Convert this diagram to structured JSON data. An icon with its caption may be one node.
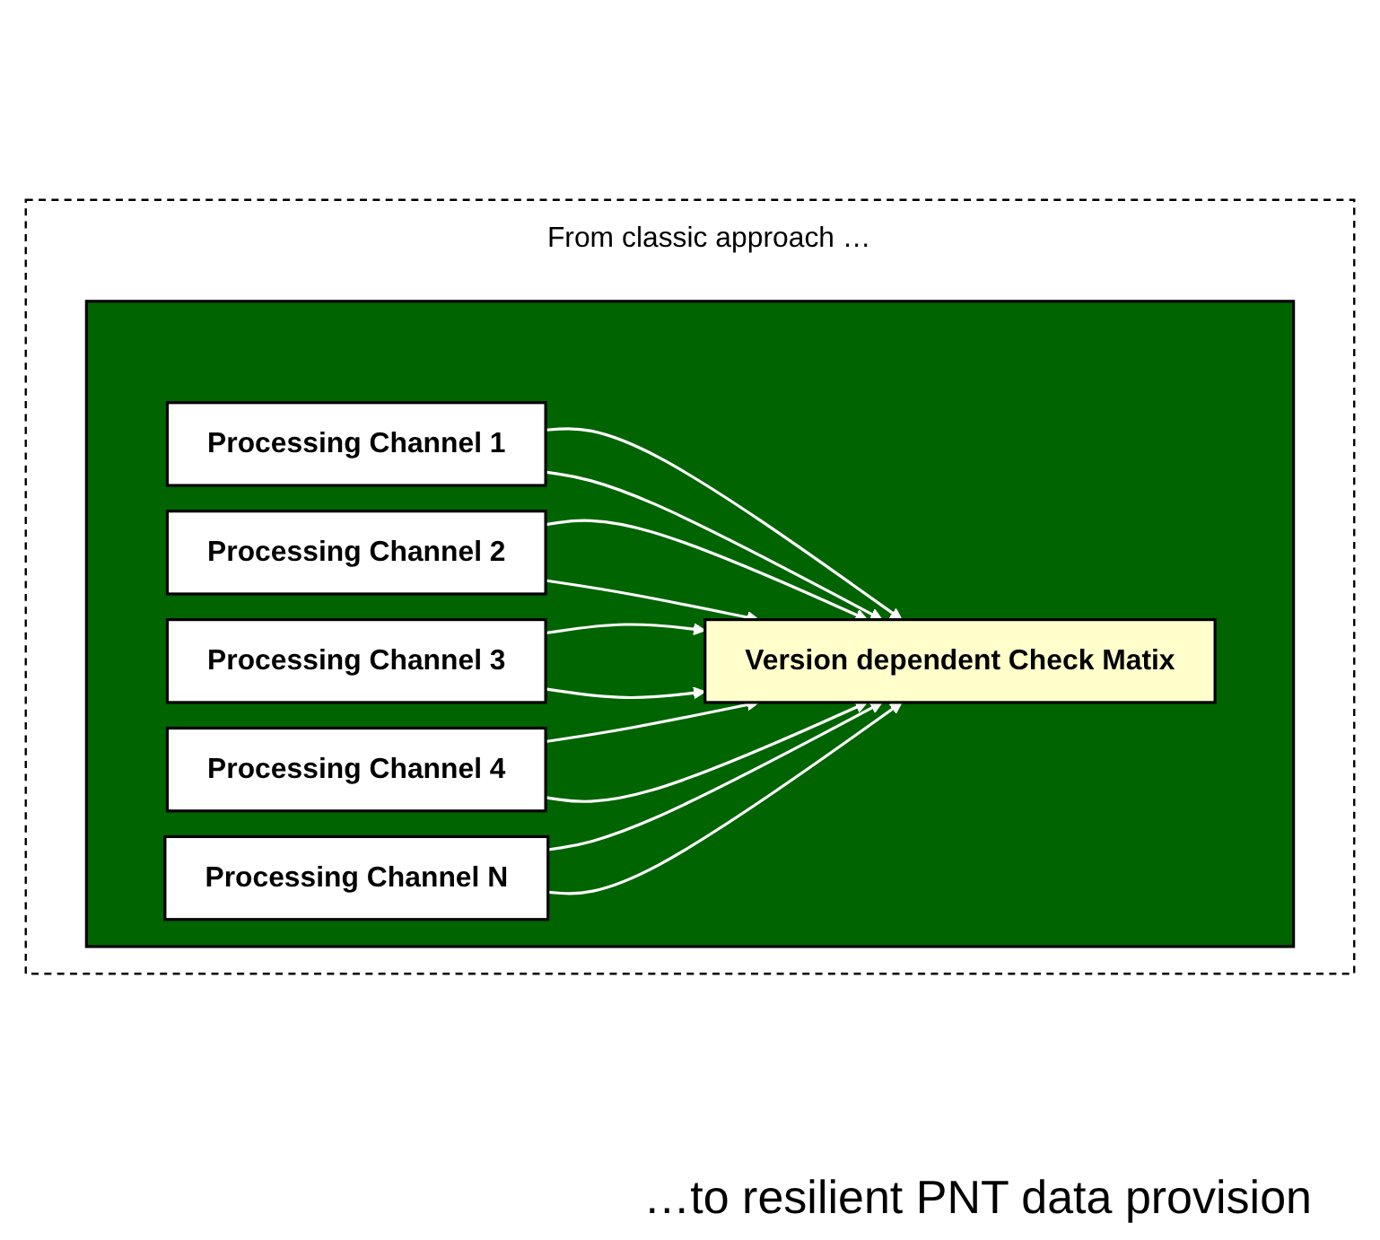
{
  "diagram": {
    "nodes": [
      {
        "text": [
          "From classic approach …"
        ]
      },
      {
        "text": [],
        "shape": "box",
        "in": 0
      },
      {
        "text": [
          "Processing Channel 1"
        ],
        "in": 1
      },
      {
        "text": [
          "Processing Channel 2"
        ],
        "in": 1
      },
      {
        "text": [
          "Processing Channel 3"
        ],
        "in": 1
      },
      {
        "text": [
          "Processing Channel 4"
        ],
        "in": 1
      },
      {
        "text": [
          "Processing Channel N"
        ],
        "in": 1
      },
      {
        "text": [
          "Version dependent Check Matix"
        ],
        "in": 1
      }
    ],
    "edges": [
      {
        "from": 2,
        "to": 7,
        "arrow": "to"
      },
      {
        "from": 2,
        "to": 7,
        "arrow": "to"
      },
      {
        "from": 3,
        "to": 7,
        "arrow": "to"
      },
      {
        "from": 3,
        "to": 7,
        "arrow": "to"
      },
      {
        "from": 4,
        "to": 7,
        "arrow": "to"
      },
      {
        "from": 4,
        "to": 7,
        "arrow": "to"
      },
      {
        "from": 5,
        "to": 7,
        "arrow": "to"
      },
      {
        "from": 5,
        "to": 7,
        "arrow": "to"
      },
      {
        "from": 6,
        "to": 7,
        "arrow": "to"
      },
      {
        "from": 6,
        "to": 7,
        "arrow": "to"
      }
    ],
    "labels": [
      "…to resilient PNT data provision"
    ]
  }
}
